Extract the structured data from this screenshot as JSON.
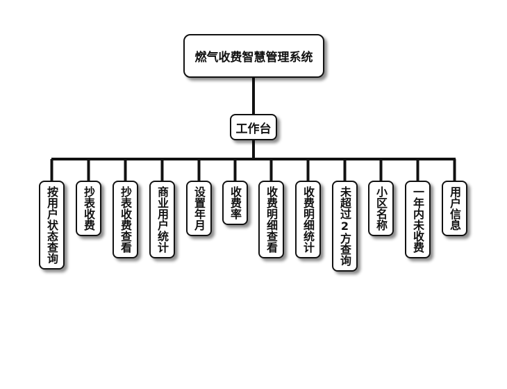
{
  "diagram": {
    "root": "燃气收费智慧管理系统",
    "hub": "工作台",
    "leaves": [
      "按用户状态查询",
      "抄表收费",
      "抄表收费查看",
      "商业用户统计",
      "设置年月",
      "收费率",
      "收费明细查看",
      "收费明细统计",
      "未超过2方查询",
      "小区名称",
      "一年内未收费",
      "用户信息"
    ]
  },
  "colors": {
    "line": "#111111",
    "border": "#111111",
    "background": "#ffffff"
  }
}
